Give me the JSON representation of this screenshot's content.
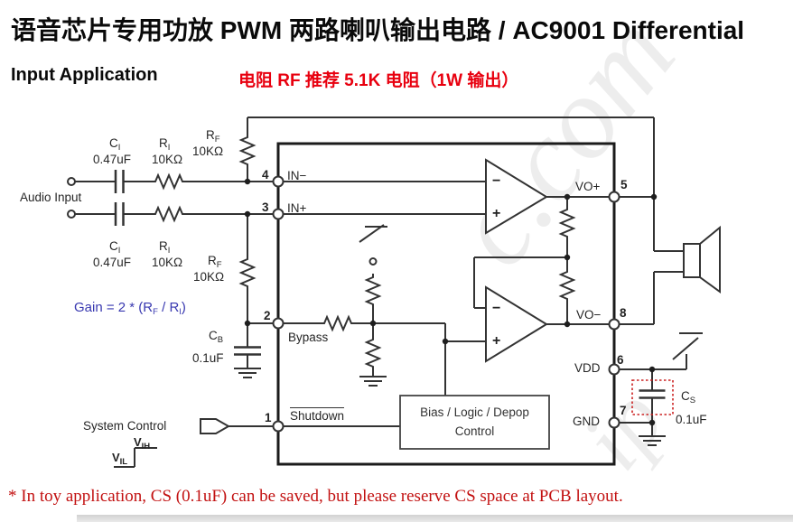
{
  "header": {
    "title": "语音芯片专用功放 PWM 两路喇叭输出电路  / AC9001 Differential",
    "title2": "Input Application",
    "note_red": "电阻 RF 推荐 5.1K 电阻（1W 输出）"
  },
  "schematic": {
    "audio_input": "Audio Input",
    "system_control": "System Control",
    "gain": {
      "p1": "Gain = 2 * (R",
      "s1": "F",
      "p2": " / R",
      "s2": "I",
      "p3": ")"
    },
    "parts": {
      "ci": {
        "base": "C",
        "sub": "I",
        "value": "0.47uF"
      },
      "ri": {
        "base": "R",
        "sub": "I",
        "value": "10KΩ"
      },
      "rf": {
        "base": "R",
        "sub": "F",
        "value": "10KΩ"
      },
      "cb": {
        "base": "C",
        "sub": "B",
        "value": "0.1uF"
      },
      "cs": {
        "base": "C",
        "sub": "S",
        "value": "0.1uF"
      }
    },
    "vih": {
      "base": "V",
      "sub": "IH"
    },
    "vil": {
      "base": "V",
      "sub": "IL"
    },
    "pins": {
      "p1": {
        "num": "1",
        "label": "Shutdown"
      },
      "p2": {
        "num": "2",
        "label": "Bypass"
      },
      "p3": {
        "num": "3",
        "label": "IN+"
      },
      "p4": {
        "num": "4",
        "label": "IN−"
      },
      "p5": {
        "num": "5",
        "label": "VO+"
      },
      "p6": {
        "num": "6",
        "label": "VDD"
      },
      "p7": {
        "num": "7",
        "label": "GND"
      },
      "p8": {
        "num": "8",
        "label": "VO−"
      }
    },
    "opamp": {
      "minus": "−",
      "plus": "+"
    },
    "bias_block": {
      "line1": "Bias / Logic / Depop",
      "line2": "Control"
    }
  },
  "footnote": "* In toy application, CS (0.1uF) can be saved, but please reserve CS space at PCB layout.",
  "watermark": {
    "main": "c.com",
    "small": "ip"
  },
  "colors": {
    "accent_red": "#e8000f",
    "footnote_red": "#c21010",
    "gain_blue": "#3838b0",
    "line": "#333333"
  }
}
